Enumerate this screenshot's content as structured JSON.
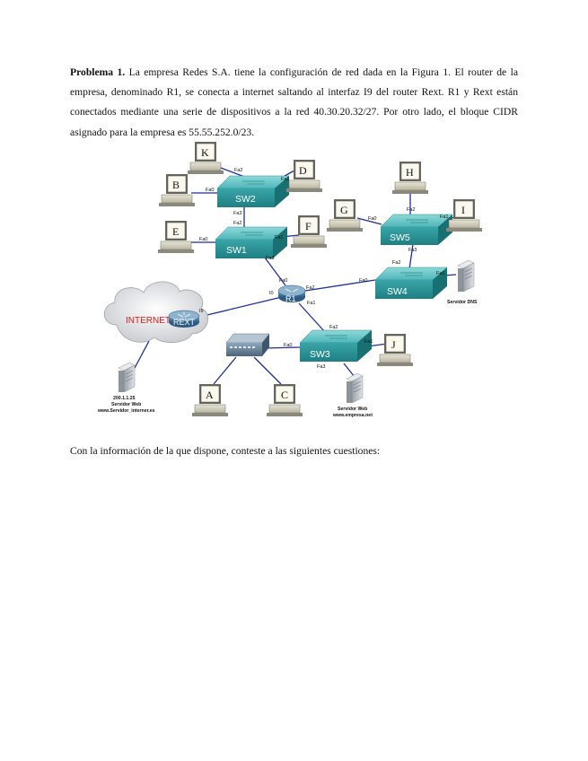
{
  "problem": {
    "title": "Problema 1.",
    "text": " La empresa Redes S.A. tiene la configuración de red dada en la Figura 1. El router de la empresa, denominado R1, se conecta a internet saltando al interfaz I9 del router Rext. R1 y Rext están conectados mediante una serie de dispositivos a la red 40.30.20.32/27. Por otro lado, el bloque CIDR asignado para la empresa es 55.55.252.0/23."
  },
  "closing_text": "Con la información de la que dispone, conteste a las siguientes cuestiones:",
  "diagram": {
    "internet_label": "INTERNET",
    "rext_label": "REXT",
    "r1_label": "R1",
    "switches": {
      "sw1": "SW1",
      "sw2": "SW2",
      "sw3": "SW3",
      "sw4": "SW4",
      "sw5": "SW5"
    },
    "pcs": {
      "k": "K",
      "b": "B",
      "d": "D",
      "e": "E",
      "f": "F",
      "g": "G",
      "h": "H",
      "i": "I",
      "a": "A",
      "c": "C",
      "j": "J"
    },
    "ports": {
      "sw2_fa2": "Fa2",
      "sw2_fa0": "Fa0",
      "sw2_fa1": "Fa1",
      "sw2_fa3": "Fa3",
      "sw1_fa2": "Fa2",
      "sw1_fa0": "Fa0",
      "sw1_fa1": "Fa1",
      "sw1_fa3": "Fa3",
      "sw5_fa2": "Fa2",
      "sw5_fa0": "Fa0",
      "sw5_fa1": "Fa1",
      "sw5_fa3": "Fa3",
      "sw4_fa2": "Fa2",
      "sw4_fa0": "Fa0",
      "sw4_fa1": "Fa1",
      "r1_fa0": "Fa0",
      "r1_fa2": "Fa2",
      "r1_fa1": "Fa1",
      "r1_i0": "I0",
      "rext_i9": "I9",
      "sw3_fa2": "Fa2",
      "sw3_fa0": "Fa0",
      "sw3_fa1": "Fa1",
      "sw3_fa3": "Fa3"
    },
    "servers": {
      "dns": "Servidor DNS",
      "internet_ip": "200.1.1.25",
      "internet_label": "Servidor Web",
      "internet_url": "www.Servidor_interner.es",
      "web_label": "Servidor Web",
      "web_url": "www.empresa.net"
    }
  }
}
